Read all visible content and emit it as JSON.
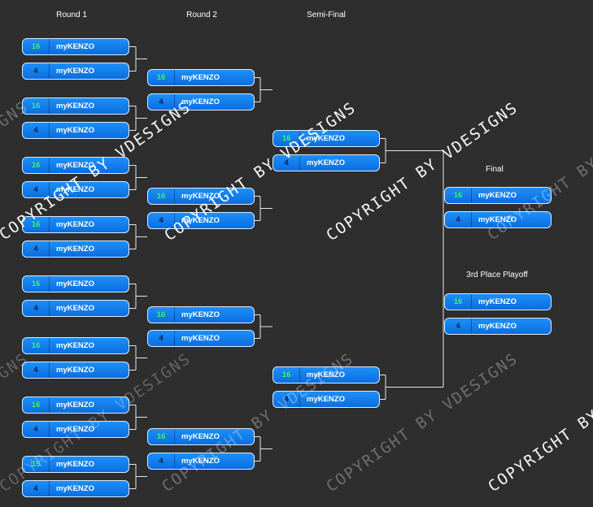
{
  "rounds": {
    "round1": "Round 1",
    "round2": "Round 2",
    "semi": "Semi-Final",
    "final": "Final",
    "third": "3rd Place Playoff"
  },
  "watermark": "COPYRIGHT BY VDESIGNS",
  "colors": {
    "accent": "#0a7ff0",
    "seed_high": "#3cf06e",
    "seed_low": "#0a1f50"
  },
  "slots": {
    "r1": [
      {
        "seed": "16",
        "team": "myKENZO"
      },
      {
        "seed": "4",
        "team": "myKENZO"
      },
      {
        "seed": "16",
        "team": "myKENZO"
      },
      {
        "seed": "4",
        "team": "myKENZO"
      },
      {
        "seed": "16",
        "team": "myKENZO"
      },
      {
        "seed": "4",
        "team": "myKENZO"
      },
      {
        "seed": "16",
        "team": "myKENZO"
      },
      {
        "seed": "4",
        "team": "myKENZO"
      },
      {
        "seed": "16",
        "team": "myKENZO"
      },
      {
        "seed": "4",
        "team": "myKENZO"
      },
      {
        "seed": "16",
        "team": "myKENZO"
      },
      {
        "seed": "4",
        "team": "myKENZO"
      },
      {
        "seed": "16",
        "team": "myKENZO"
      },
      {
        "seed": "4",
        "team": "myKENZO"
      },
      {
        "seed": "15",
        "team": "myKENZO"
      },
      {
        "seed": "4",
        "team": "myKENZO"
      }
    ],
    "r2": [
      {
        "seed": "16",
        "team": "myKENZO"
      },
      {
        "seed": "4",
        "team": "myKENZO"
      },
      {
        "seed": "16",
        "team": "myKENZO"
      },
      {
        "seed": "4",
        "team": "myKENZO"
      },
      {
        "seed": "16",
        "team": "myKENZO"
      },
      {
        "seed": "4",
        "team": "myKENZO"
      },
      {
        "seed": "16",
        "team": "myKENZO"
      },
      {
        "seed": "4",
        "team": "myKENZO"
      }
    ],
    "semi": [
      {
        "seed": "16",
        "team": "myKENZO"
      },
      {
        "seed": "4",
        "team": "myKENZO"
      },
      {
        "seed": "16",
        "team": "myKENZO"
      },
      {
        "seed": "4",
        "team": "myKENZO"
      }
    ],
    "final": [
      {
        "seed": "16",
        "team": "myKENZO"
      },
      {
        "seed": "4",
        "team": "myKENZO"
      }
    ],
    "third": [
      {
        "seed": "16",
        "team": "myKENZO"
      },
      {
        "seed": "4",
        "team": "myKENZO"
      }
    ]
  }
}
